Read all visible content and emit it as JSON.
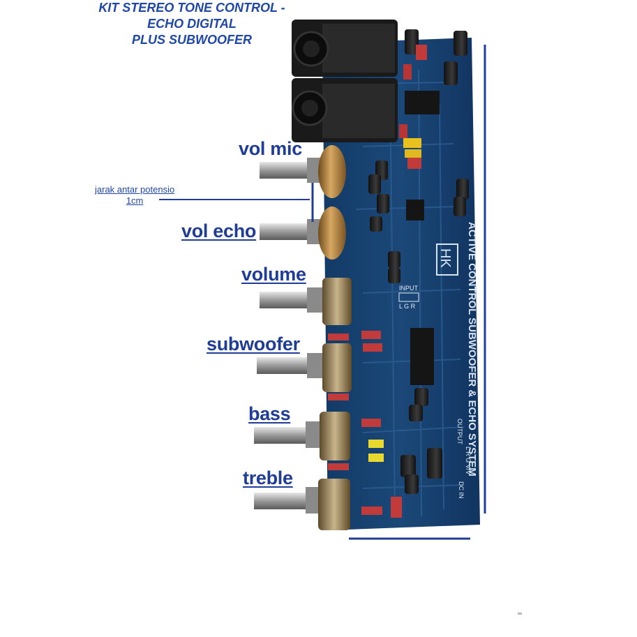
{
  "title": {
    "line1": "KIT STEREO TONE CONTROL -",
    "line2": "ECHO DIGITAL",
    "line3": "PLUS SUBWOOFER"
  },
  "spacing_note": {
    "line1": "jarak antar potensio",
    "line2": "1cm"
  },
  "knob_labels": [
    "vol mic",
    "vol echo",
    "volume",
    "subwoofer",
    "bass",
    "treble"
  ],
  "board": {
    "silkscreen_main": "ACTIVE CONTROL SUBWOOFER & ECHO SYSTEM",
    "logo_text": "HK",
    "input_label": "INPUT",
    "input_pins": "L G R",
    "output_label": "OUTPUT",
    "output_pins": "L R G V/V",
    "dc_label": "DC IN",
    "colors": {
      "pcb": "#173f6e",
      "pcb_dark": "#0f2c52",
      "trace": "#2d5d93",
      "annotation_blue": "#1f3d96"
    }
  },
  "icons": {
    "knob_shaft": "potentiometer-shaft-icon",
    "jack": "audio-jack-icon"
  }
}
